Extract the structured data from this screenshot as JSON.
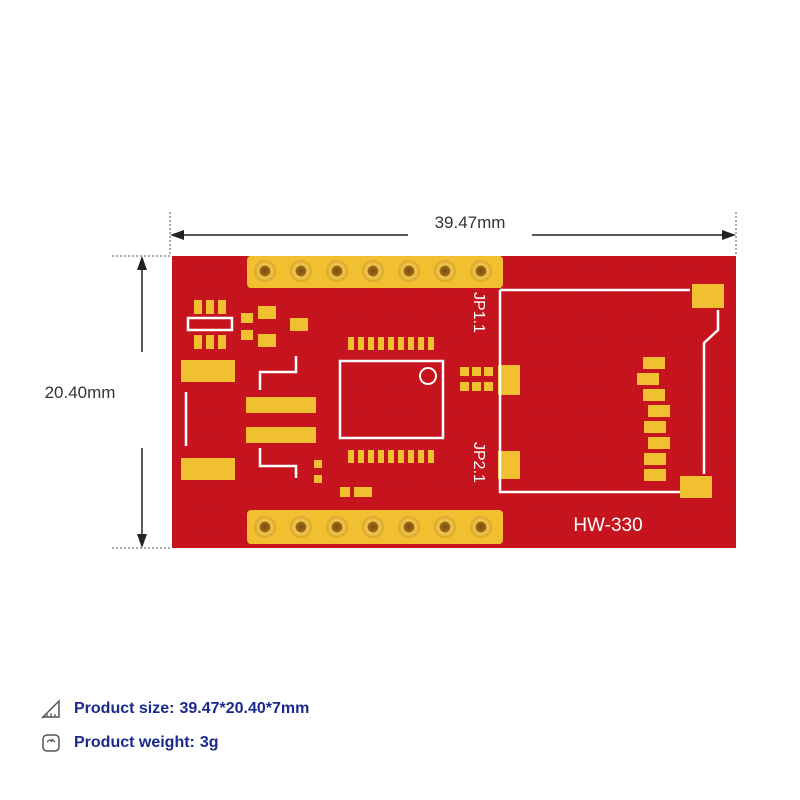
{
  "dimensions": {
    "width_label": "39.47mm",
    "height_label": "20.40mm"
  },
  "board": {
    "model_label": "HW-330",
    "connector_top_label": "JP1.1",
    "connector_bottom_label": "JP2.1",
    "colors": {
      "pcb": "#c8141e",
      "copper": "#f0c030",
      "silkscreen": "#ffffff"
    }
  },
  "specs": [
    {
      "icon": "ruler-icon",
      "label": "Product size:",
      "value": "39.47*20.40*7mm"
    },
    {
      "icon": "scale-icon",
      "label": "Product weight:",
      "value": "3g"
    }
  ]
}
